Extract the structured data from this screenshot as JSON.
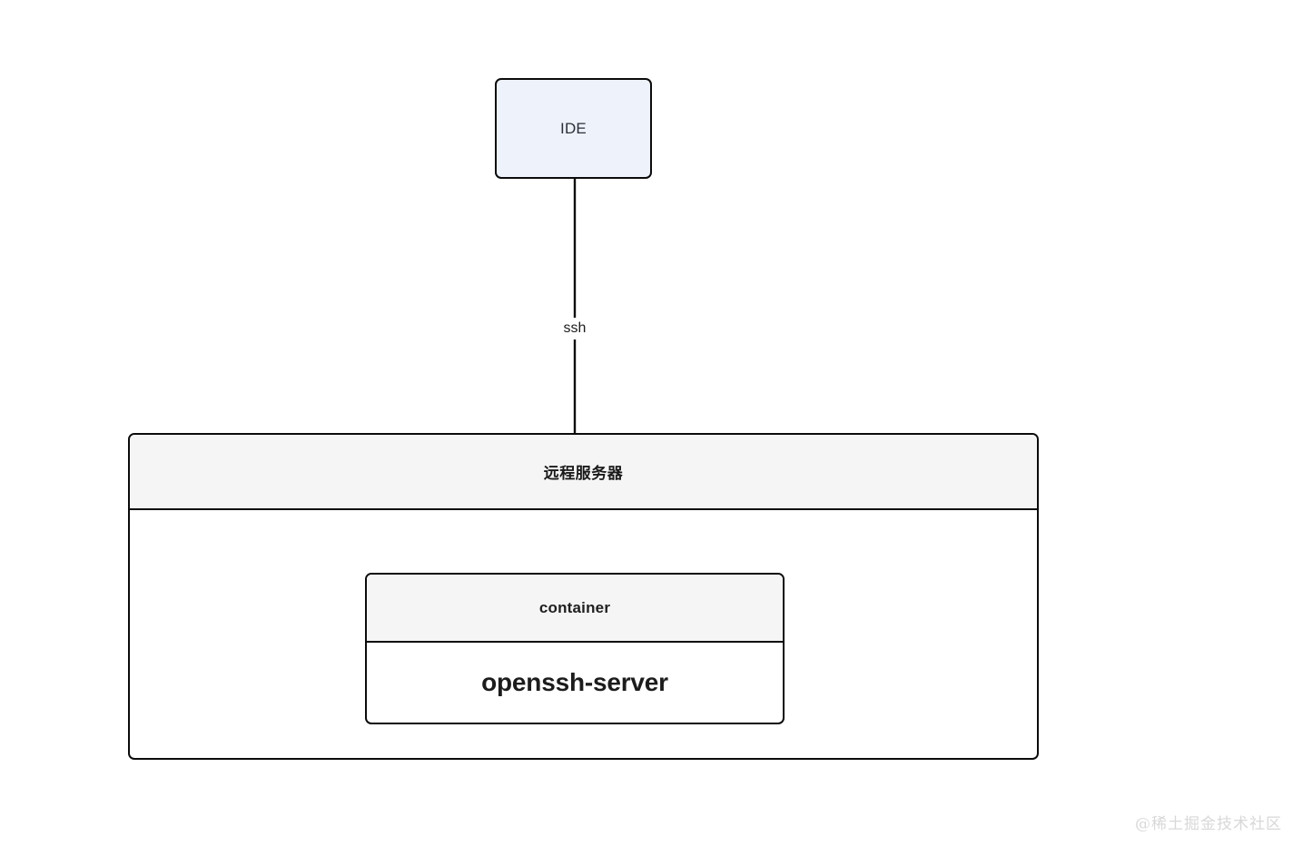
{
  "diagram": {
    "type": "flowchart",
    "background_color": "#ffffff",
    "nodes": [
      {
        "id": "ide",
        "label": "IDE",
        "fill": "#eef2fb",
        "stroke": "#0b0b0b"
      },
      {
        "id": "remote-server",
        "label": "远程服务器",
        "header_fill": "#f5f5f5",
        "body_fill": "#ffffff",
        "stroke": "#0b0b0b"
      },
      {
        "id": "container",
        "label": "container",
        "header_fill": "#f5f5f5",
        "body_fill": "#ffffff",
        "stroke": "#0b0b0b"
      },
      {
        "id": "openssh-server",
        "label": "openssh-server",
        "fill": "#ffffff",
        "stroke": "#0b0b0b"
      }
    ],
    "edges": [
      {
        "id": "ide-to-container",
        "from": "ide",
        "to": "container",
        "label": "ssh",
        "arrowhead": "open-v",
        "stroke": "#0b0b0b"
      }
    ]
  },
  "ide": {
    "label": "IDE"
  },
  "edge": {
    "ssh_label": "ssh"
  },
  "remote_server": {
    "title": "远程服务器"
  },
  "container": {
    "title": "container",
    "service_label": "openssh-server"
  },
  "watermark": {
    "text": "@稀土掘金技术社区"
  }
}
